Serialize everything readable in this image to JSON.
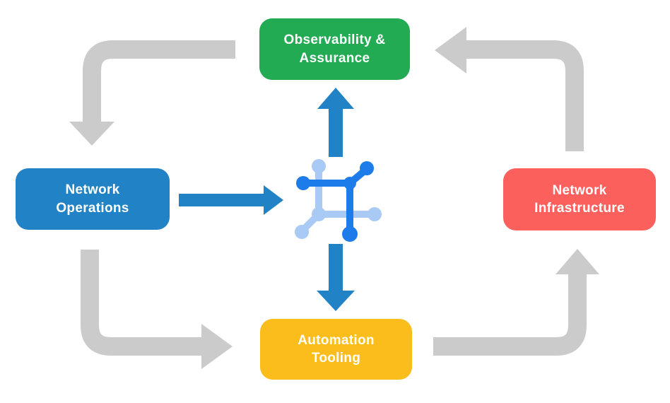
{
  "colors": {
    "background": "#FFFFFF",
    "text_white": "#FFFFFF",
    "box_green": "#23AB53",
    "box_blue": "#2183C5",
    "box_red": "#FB605D",
    "box_yellow": "#FBBD1B",
    "arrow_gray": "#CBCBCB",
    "arrow_blue": "#2183C5",
    "icon_blue_dark": "#1E7BEA",
    "icon_blue_light": "#A9CAF5"
  },
  "nodes": {
    "observability": {
      "label": "Observability &\nAssurance",
      "color": "#23AB53"
    },
    "operations": {
      "label": "Network\nOperations",
      "color": "#2183C5"
    },
    "infrastructure": {
      "label": "Network\nInfrastructure",
      "color": "#FB605D"
    },
    "automation": {
      "label": "Automation\nTooling",
      "color": "#FBBD1B"
    }
  },
  "icons": {
    "center": "network-mesh-icon"
  },
  "flows": [
    {
      "from": "Observability & Assurance",
      "to": "Network Operations",
      "style": "gray-elbow-arrow"
    },
    {
      "from": "Network Operations",
      "to": "Automation Tooling",
      "style": "gray-elbow-arrow"
    },
    {
      "from": "Automation Tooling",
      "to": "Network Infrastructure",
      "style": "gray-elbow-arrow"
    },
    {
      "from": "Network Infrastructure",
      "to": "Observability & Assurance",
      "style": "gray-elbow-arrow"
    },
    {
      "from": "Network Operations",
      "to": "center-icon",
      "style": "blue-straight-arrow"
    },
    {
      "from": "center-icon",
      "to": "Observability & Assurance",
      "style": "blue-straight-arrow"
    },
    {
      "from": "center-icon",
      "to": "Automation Tooling",
      "style": "blue-straight-arrow"
    }
  ]
}
